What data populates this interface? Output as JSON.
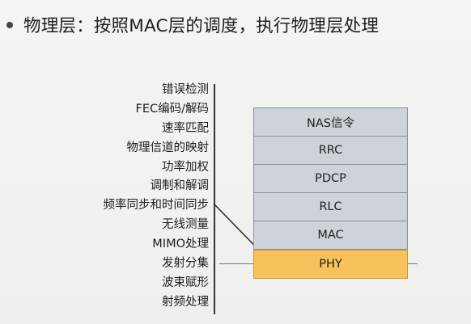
{
  "heading": {
    "text": "物理层：按照MAC层的调度，执行物理层处理"
  },
  "functions": [
    "错误检测",
    "FEC编码/解码",
    "速率匹配",
    "物理信道的映射",
    "功率加权",
    "调制和解调",
    "频率同步和时间同步",
    "无线测量",
    "MIMO处理",
    "发射分集",
    "波束赋形",
    "射频处理"
  ],
  "stack": {
    "layers": [
      "NAS信令",
      "RRC",
      "PDCP",
      "RLC",
      "MAC",
      "PHY"
    ],
    "highlighted": "PHY",
    "colors": {
      "layer_fill": "#ced3d9",
      "highlight_fill": "#f7c25c"
    }
  }
}
